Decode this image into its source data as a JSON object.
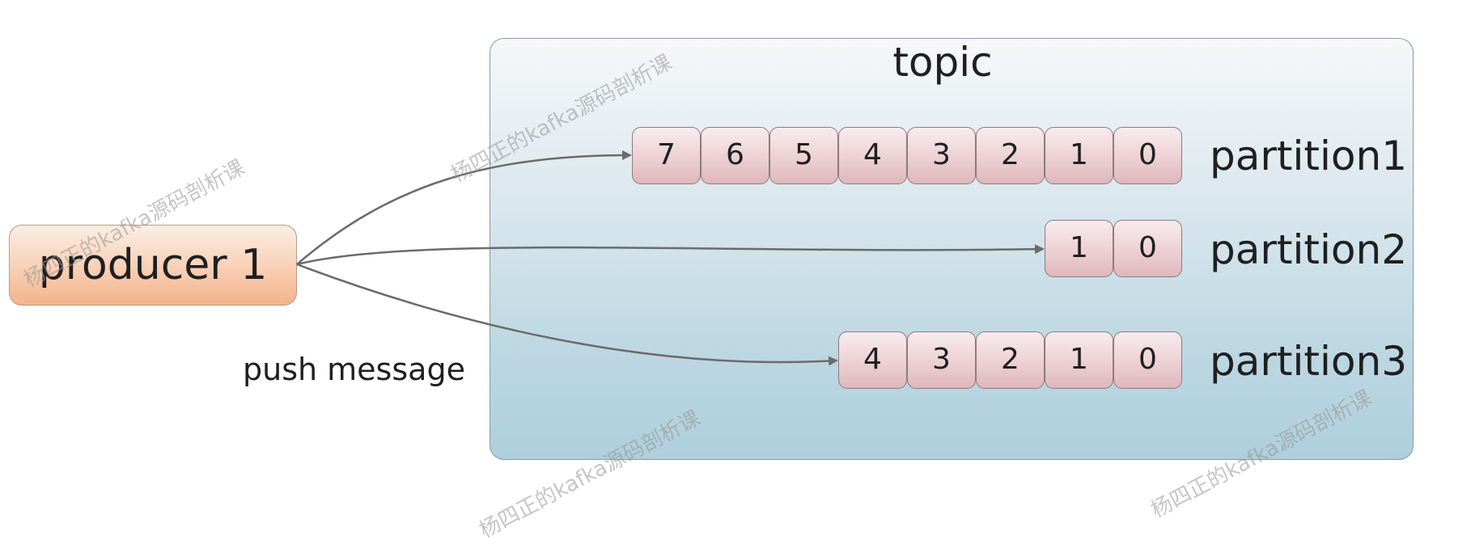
{
  "topic": {
    "title": "topic"
  },
  "producer": {
    "label": "producer 1"
  },
  "edge_label": "push message",
  "partitions": [
    {
      "name": "partition1",
      "cells": [
        "7",
        "6",
        "5",
        "4",
        "3",
        "2",
        "1",
        "0"
      ]
    },
    {
      "name": "partition2",
      "cells": [
        "1",
        "0"
      ]
    },
    {
      "name": "partition3",
      "cells": [
        "4",
        "3",
        "2",
        "1",
        "0"
      ]
    }
  ],
  "watermark_text": "杨四正的kafka源码剖析课",
  "colors": {
    "arrow": "#6b6b6b",
    "topic_fill": "#bcd7e2",
    "producer_fill": "#f5b28c",
    "cell_fill": "#ecd0d3"
  }
}
